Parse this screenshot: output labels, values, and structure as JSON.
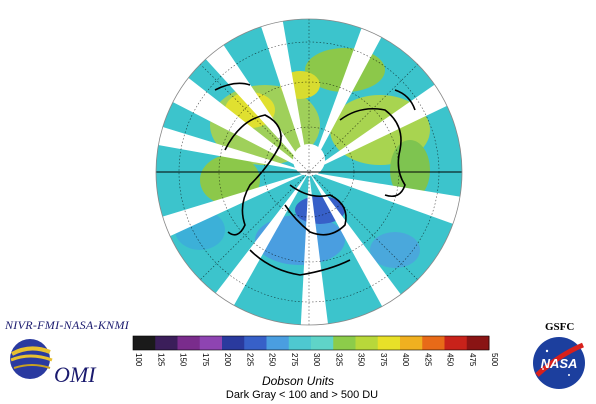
{
  "credit": "NIVR-FMI-NASA-KNMI",
  "org": "GSFC",
  "omi_logo_text": "OMI",
  "nasa_logo_text": "NASA",
  "legend": {
    "title": "Dobson Units",
    "note": "Dark Gray < 100 and > 500 DU",
    "ticks": [
      "100",
      "125",
      "150",
      "175",
      "200",
      "225",
      "250",
      "275",
      "300",
      "325",
      "350",
      "375",
      "400",
      "425",
      "450",
      "475",
      "500"
    ],
    "colors": [
      "#1a1a1a",
      "#3b1e5a",
      "#7a2c8c",
      "#8e44b2",
      "#2a3a9e",
      "#3760c8",
      "#4a9ee0",
      "#4ec8d0",
      "#5fd4c8",
      "#8ccc4a",
      "#b8d83a",
      "#e8e028",
      "#f0b020",
      "#e86a18",
      "#c8221a",
      "#8a1414"
    ]
  },
  "map": {
    "ocean_color": "#3cc4cc",
    "swath_gap_color": "#ffffff"
  }
}
